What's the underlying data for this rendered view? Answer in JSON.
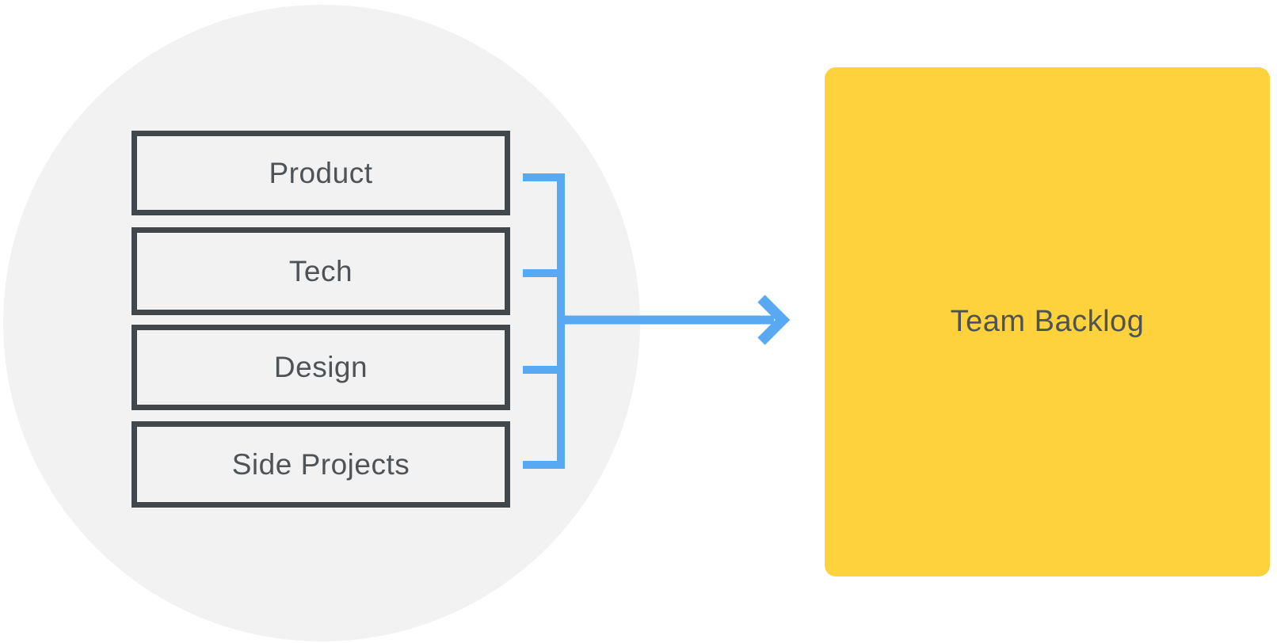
{
  "colors": {
    "background": "#ffffff",
    "circle_gray": "#f2f2f3",
    "outline_dark": "#42474c",
    "text_dark": "#4e5357",
    "accent_blue": "#58a9f2",
    "card_yellow": "#fdd23c"
  },
  "diagram": {
    "sources": [
      {
        "label": "Product"
      },
      {
        "label": "Tech"
      },
      {
        "label": "Design"
      },
      {
        "label": "Side Projects"
      }
    ],
    "target": {
      "label": "Team Backlog"
    }
  }
}
